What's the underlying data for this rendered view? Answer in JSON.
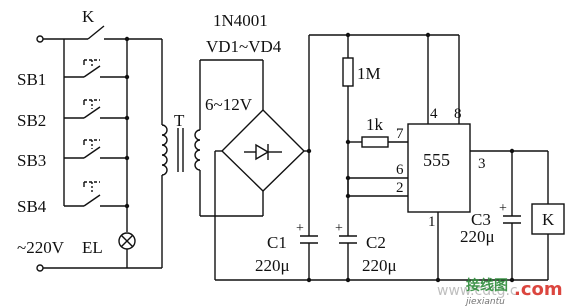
{
  "labels": {
    "switch_k": "K",
    "sb1": "SB1",
    "sb2": "SB2",
    "sb3": "SB3",
    "sb4": "SB4",
    "mains": "~220V",
    "lamp": "EL",
    "transformer": "T",
    "secondary": "6~12V",
    "diode_type": "1N4001",
    "diodes": "VD1~VD4",
    "r1": "1M",
    "r2": "1k",
    "chip": "555",
    "pin4": "4",
    "pin8": "8",
    "pin7": "7",
    "pin6": "6",
    "pin2": "2",
    "pin3": "3",
    "pin1": "1",
    "c1": "C1",
    "c1_val": "220μ",
    "c2": "C2",
    "c2_val": "220μ",
    "c3": "C3",
    "c3_val": "220μ",
    "relay": "K",
    "plus": "+"
  },
  "watermark": {
    "site": "www.cdtg.c",
    "brand_cn": "接线图",
    "brand_com": ".com",
    "sub": "jiexiantu"
  },
  "colors": {
    "wire": "#111111",
    "watermark_green": "#2e8b3a",
    "watermark_red": "#d8322b"
  }
}
